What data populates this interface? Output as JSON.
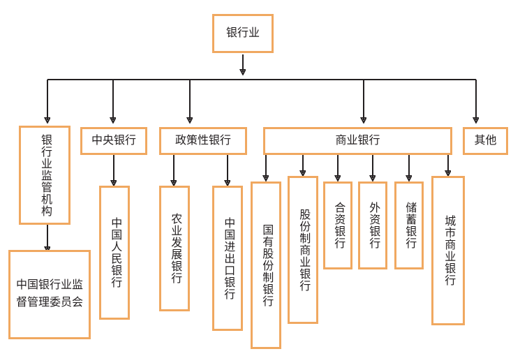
{
  "diagram": {
    "type": "org-chart",
    "title": "银行业",
    "accent_color": "#F0A860",
    "line_color": "#231f20",
    "background": "#FFFFFF",
    "root": {
      "label": "银行业"
    },
    "level1": [
      {
        "id": "regulator",
        "label": "银行业监管机构"
      },
      {
        "id": "central-bank",
        "label": "中央银行"
      },
      {
        "id": "policy-bank",
        "label": "政策性银行"
      },
      {
        "id": "commercial-bank",
        "label": "商业银行"
      },
      {
        "id": "other",
        "label": "其他"
      }
    ],
    "level2": [
      {
        "id": "cbrc",
        "parent": "regulator",
        "label": "中国银行业监督管理委员会"
      },
      {
        "id": "pboc",
        "parent": "central-bank",
        "label": "中国人民银行"
      },
      {
        "id": "adbc",
        "parent": "policy-bank",
        "label": "农业发展银行"
      },
      {
        "id": "eximbank",
        "parent": "policy-bank",
        "label": "中国进出口银行"
      },
      {
        "id": "state-joint-stock",
        "parent": "commercial-bank",
        "label": "国有股份制银行"
      },
      {
        "id": "joint-stock-commercial",
        "parent": "commercial-bank",
        "label": "股份制商业银行"
      },
      {
        "id": "joint-venture",
        "parent": "commercial-bank",
        "label": "合资银行"
      },
      {
        "id": "foreign-funded",
        "parent": "commercial-bank",
        "label": "外资银行"
      },
      {
        "id": "savings",
        "parent": "commercial-bank",
        "label": "储蓄银行"
      },
      {
        "id": "city-commercial",
        "parent": "commercial-bank",
        "label": "城市商业银行"
      }
    ]
  }
}
